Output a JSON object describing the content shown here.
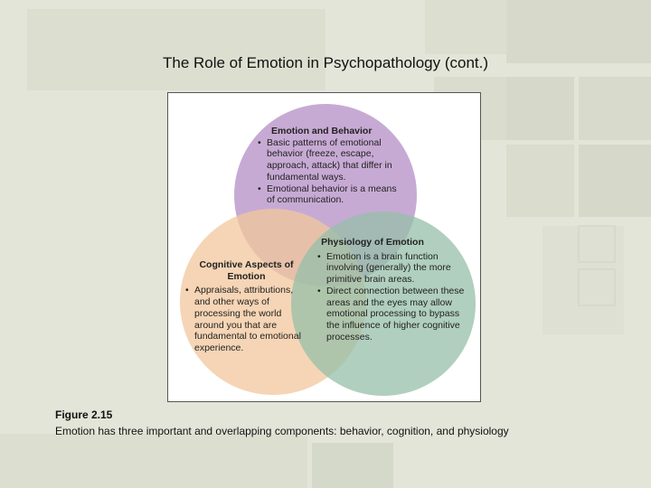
{
  "slide": {
    "title": "The Role of Emotion in Psychopathology (cont.)"
  },
  "diagram": {
    "circles": [
      {
        "heading": "Emotion and Behavior",
        "bullets": [
          "Basic patterns of emotional behavior (freeze, escape, approach, attack) that differ in fundamental ways.",
          "Emotional behavior is a means of communication."
        ],
        "color": "#b48ec6"
      },
      {
        "heading": "Cognitive Aspects of Emotion",
        "bullets": [
          "Appraisals, attributions, and other ways of processing the world around you that are fundamental to emotional experience."
        ],
        "color": "#f2c79c"
      },
      {
        "heading": "Physiology of Emotion",
        "bullets": [
          "Emotion is a brain function involving (generally) the more primitive brain areas.",
          "Direct connection between these areas and the eyes may allow emotional processing to bypass the influence of higher cognitive processes."
        ],
        "color": "#95bfa8"
      }
    ]
  },
  "caption": {
    "label": "Figure 2.15",
    "text": "Emotion has three important and overlapping components: behavior, cognition, and physiology"
  }
}
